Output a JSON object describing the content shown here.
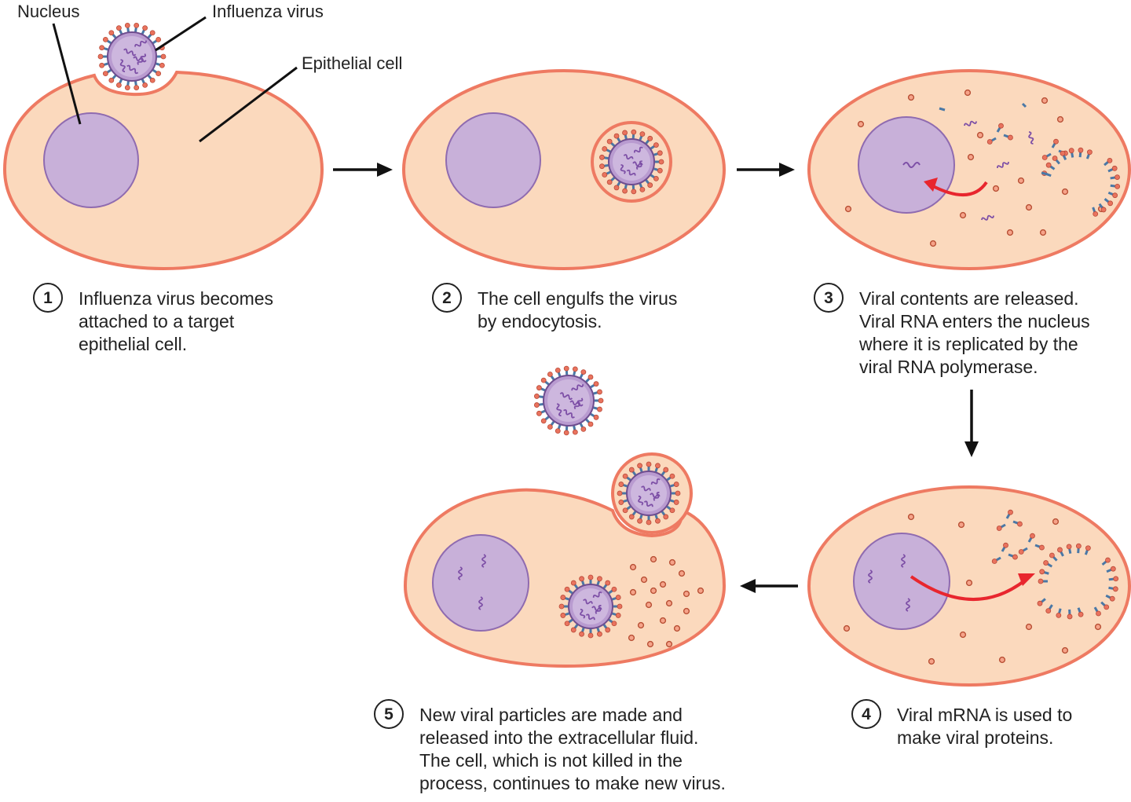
{
  "labels": {
    "nucleus": "Nucleus",
    "influenza_virus": "Influenza virus",
    "epithelial_cell": "Epithelial cell"
  },
  "steps": [
    {
      "number": "1",
      "lines": [
        "Influenza virus becomes",
        "attached to a target",
        "epithelial cell."
      ]
    },
    {
      "number": "2",
      "lines": [
        "The cell engulfs the virus",
        "by endocytosis."
      ]
    },
    {
      "number": "3",
      "lines": [
        "Viral contents are released.",
        "Viral RNA enters the nucleus",
        "where it is replicated by the",
        "viral RNA polymerase."
      ]
    },
    {
      "number": "4",
      "lines": [
        "Viral mRNA is used to",
        "make viral proteins."
      ]
    },
    {
      "number": "5",
      "lines": [
        "New viral particles are made and",
        "released into the extracellular fluid.",
        "The cell, which is not killed in the",
        "process, continues to make new virus."
      ]
    }
  ],
  "colors": {
    "cytoplasm": "#fbd9bd",
    "membrane": "#ee7a62",
    "nucleus": "#c8b0d9",
    "nucleus_border": "#8f6bb0",
    "virus_body": "#b99bd0",
    "spike_blue": "#4a78a6",
    "spike_red": "#e9735e",
    "rna": "#7d4fa6",
    "red_arrow": "#e8262e",
    "text": "#222222"
  }
}
